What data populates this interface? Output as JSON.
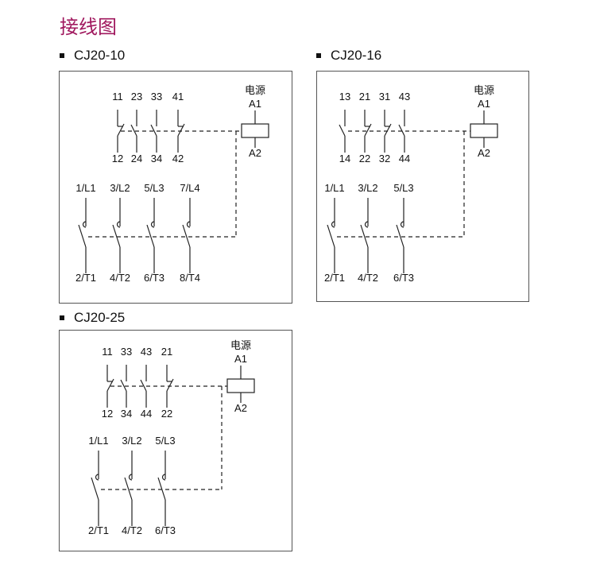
{
  "title": "接线图",
  "panels": [
    {
      "name": "CJ20-10",
      "coil": {
        "label": "电源",
        "a1": "A1",
        "a2": "A2"
      },
      "aux": [
        {
          "top": "11",
          "bottom": "12",
          "type": "NC"
        },
        {
          "top": "23",
          "bottom": "24",
          "type": "NO"
        },
        {
          "top": "33",
          "bottom": "34",
          "type": "NO"
        },
        {
          "top": "41",
          "bottom": "42",
          "type": "NC"
        }
      ],
      "main": [
        {
          "top": "1/L1",
          "bottom": "2/T1"
        },
        {
          "top": "3/L2",
          "bottom": "4/T2"
        },
        {
          "top": "5/L3",
          "bottom": "6/T3"
        },
        {
          "top": "7/L4",
          "bottom": "8/T4"
        }
      ]
    },
    {
      "name": "CJ20-16",
      "coil": {
        "label": "电源",
        "a1": "A1",
        "a2": "A2"
      },
      "aux": [
        {
          "top": "13",
          "bottom": "14",
          "type": "NO"
        },
        {
          "top": "21",
          "bottom": "22",
          "type": "NC"
        },
        {
          "top": "31",
          "bottom": "32",
          "type": "NC"
        },
        {
          "top": "43",
          "bottom": "44",
          "type": "NO"
        }
      ],
      "main": [
        {
          "top": "1/L1",
          "bottom": "2/T1"
        },
        {
          "top": "3/L2",
          "bottom": "4/T2"
        },
        {
          "top": "5/L3",
          "bottom": "6/T3"
        }
      ]
    },
    {
      "name": "CJ20-25",
      "coil": {
        "label": "电源",
        "a1": "A1",
        "a2": "A2"
      },
      "aux": [
        {
          "top": "11",
          "bottom": "12",
          "type": "NC"
        },
        {
          "top": "33",
          "bottom": "34",
          "type": "NO"
        },
        {
          "top": "43",
          "bottom": "44",
          "type": "NO"
        },
        {
          "top": "21",
          "bottom": "22",
          "type": "NC"
        }
      ],
      "main": [
        {
          "top": "1/L1",
          "bottom": "2/T1"
        },
        {
          "top": "3/L2",
          "bottom": "4/T2"
        },
        {
          "top": "5/L3",
          "bottom": "6/T3"
        }
      ]
    }
  ]
}
